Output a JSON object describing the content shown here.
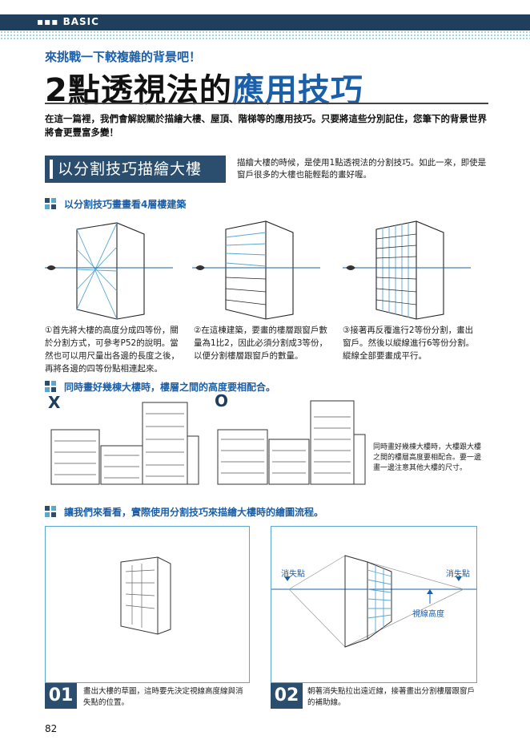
{
  "header": {
    "label": "BASIC"
  },
  "page": {
    "subtitle": "來挑戰一下較複雜的背景吧！",
    "title_main": "2點透視法的",
    "title_accent": "應用技巧",
    "intro": "在這一篇裡，我們會解說關於描繪大樓、屋頂、階梯等的應用技巧。只要將這些分別記住，您筆下的背景世界將會更豐富多變！",
    "page_number": "82"
  },
  "section": {
    "title": "以分割技巧描繪大樓",
    "description": "描繪大樓的時候，是使用1點透視法的分割技巧。如此一來，即使是窗戶很多的大樓也能輕鬆的畫好喔。"
  },
  "heading1": "以分割技巧畫畫看4層樓建築",
  "steps": [
    {
      "text": "①首先將大樓的高度分成四等份，關於分割方式，可參考P52的說明。當然也可以用尺量出各邊的長度之後，再將各邊的四等份點相連起來。"
    },
    {
      "text": "②在這棟建築，要畫的樓層跟窗戶數量為1比2，因此必須分割成3等份，以便分割樓層跟窗戶的數量。"
    },
    {
      "text": "③接著再反覆進行2等份分割，畫出窗戶。然後以縱線進行6等份分割。縱線全部要畫成平行。"
    }
  ],
  "heading2": "同時畫好幾棟大樓時，樓層之間的高度要相配合。",
  "compare": {
    "wrong_mark": "X",
    "right_mark": "O",
    "note": "同時畫好幾棟大樓時，大樓跟大樓之間的樓層高度要相配合。要一邊畫一邊注意其他大樓的尺寸。"
  },
  "heading3": "讓我們來看看，實際使用分割技巧來描繪大樓時的繪圖流程。",
  "flow": [
    {
      "num": "01",
      "text": "畫出大樓的草圖，這時要先決定視線高度線與消失點的位置。"
    },
    {
      "num": "02",
      "text": "朝著消失點拉出遠近線，接著畫出分割樓層跟窗戶的補助線。"
    }
  ],
  "labels": {
    "vp_left": "消失點",
    "vp_right": "消失點",
    "eye_level": "視線高度"
  },
  "colors": {
    "navy": "#1f3f5c",
    "blue": "#1b5fa8",
    "light_blue": "#5aa8d0"
  }
}
